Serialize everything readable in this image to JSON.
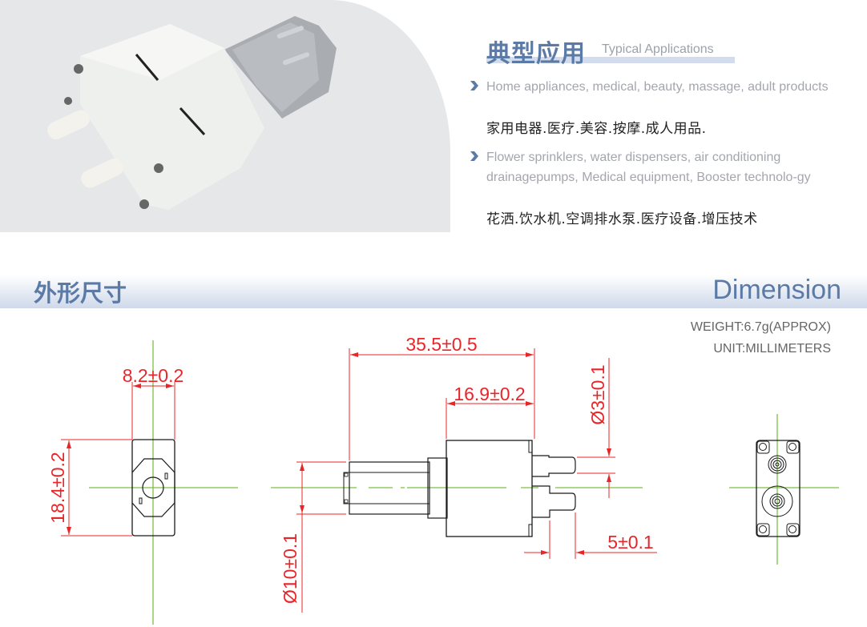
{
  "applications": {
    "title_cn": "典型应用",
    "title_en": "Typical Applications",
    "items": [
      {
        "en": "Home appliances, medical, beauty, massage, adult products",
        "cn": "家用电器.医疗.美容.按摩.成人用品."
      },
      {
        "en": "Flower sprinklers, water dispensers, air conditioning drainagepumps, Medical equipment,   Booster technolo-gy",
        "cn": "花洒.饮水机.空调排水泵.医疗设备.增压技术"
      }
    ]
  },
  "dimension": {
    "title_cn": "外形尺寸",
    "title_en": "Dimension",
    "weight": "WEIGHT:6.7g(APPROX)",
    "unit": "UNIT:MILLIMETERS"
  },
  "drawing": {
    "front_width": "8.2±0.2",
    "front_height": "18.4±0.2",
    "overall_length": "35.5±0.5",
    "pump_length": "16.9±0.2",
    "nozzle_diameter": "Ø3±0.1",
    "motor_diameter": "Ø10±0.1",
    "nozzle_length": "5±0.1"
  },
  "colors": {
    "heading": "#5b7ba6",
    "dimension_line": "#e8262a",
    "center_line": "#7ac143",
    "outline": "#1a1a1a"
  }
}
